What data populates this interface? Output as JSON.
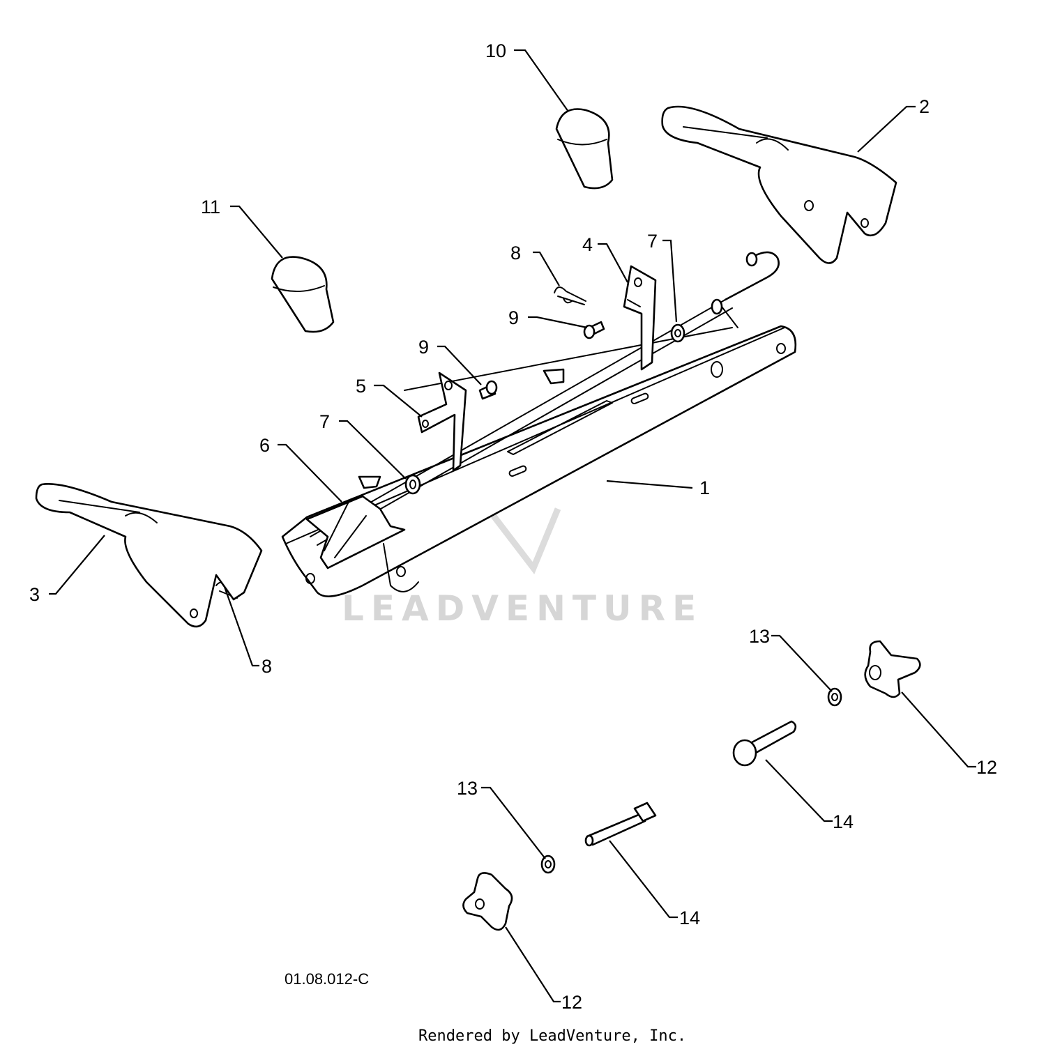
{
  "callouts": {
    "c1": "1",
    "c2": "2",
    "c3": "3",
    "c4": "4",
    "c5": "5",
    "c6": "6",
    "c7a": "7",
    "c7b": "7",
    "c8a": "8",
    "c8b": "8",
    "c9a": "9",
    "c9b": "9",
    "c10": "10",
    "c11": "11",
    "c12a": "12",
    "c12b": "12",
    "c13a": "13",
    "c13b": "13",
    "c14a": "14",
    "c14b": "14"
  },
  "drawing_number": "01.08.012-C",
  "watermark": {
    "text": "LEADVENTURE"
  },
  "credit": "Rendered by LeadVenture, Inc."
}
